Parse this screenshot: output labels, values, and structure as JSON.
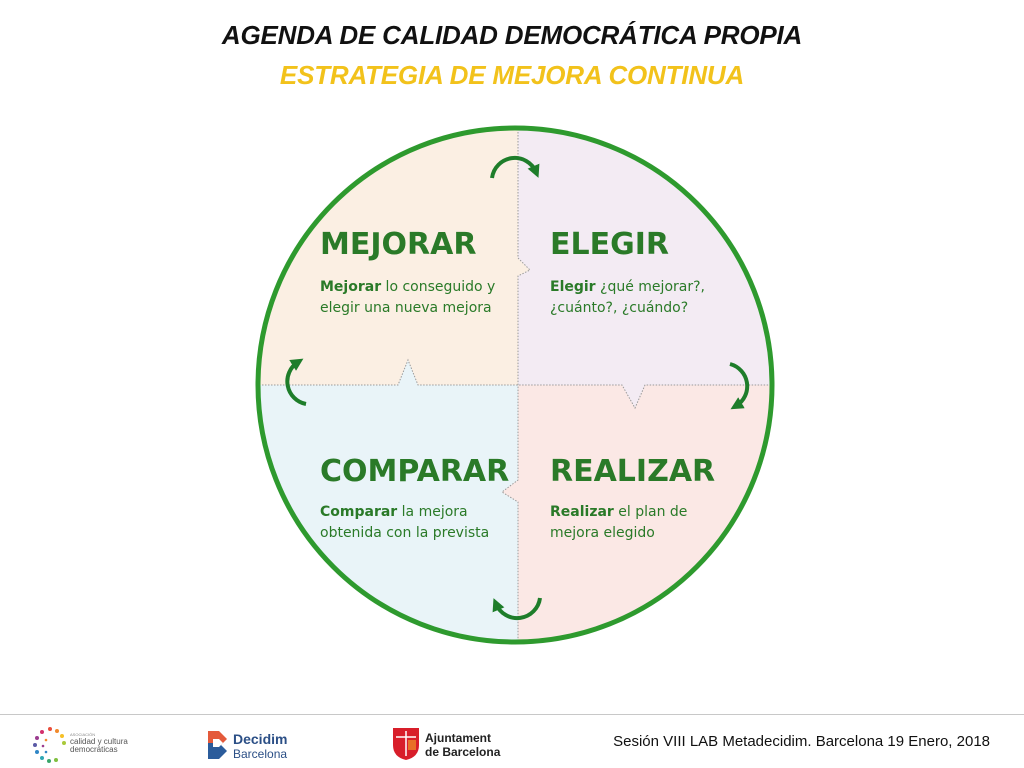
{
  "header": {
    "title": "AGENDA DE CALIDAD DEMOCRÁTICA PROPIA",
    "subtitle": "ESTRATEGIA DE MEJORA CONTINUA"
  },
  "cycle": {
    "quadrants": [
      {
        "id": "mejorar",
        "heading": "MEJORAR",
        "bold": "Mejorar",
        "line1_rest": " lo conseguido y",
        "line2": "elegir una nueva mejora",
        "color": "#fbefe3"
      },
      {
        "id": "elegir",
        "heading": "ELEGIR",
        "bold": "Elegir",
        "line1_rest": " ¿qué mejorar?,",
        "line2": "¿cuánto?, ¿cuándo?",
        "color": "#f3ebf3"
      },
      {
        "id": "comparar",
        "heading": "COMPARAR",
        "bold": "Comparar",
        "line1_rest": " la mejora",
        "line2": "obtenida con la prevista",
        "color": "#e9f4f8"
      },
      {
        "id": "realizar",
        "heading": "REALIZAR",
        "bold": "Realizar",
        "line1_rest": " el plan de",
        "line2": "mejora elegido",
        "color": "#fbe8e5"
      }
    ],
    "ring_color": "#2e9a2e",
    "arrow_color": "#1e7d2a"
  },
  "footer": {
    "text": "Sesión VIII LAB Metadecidim. Barcelona 19 Enero, 2018",
    "logo1": {
      "small": "ASOCIACIÓN",
      "line1": "calidad y cultura",
      "line2": "democráticas"
    },
    "logo2": {
      "line1": "Decidim",
      "line2": "Barcelona"
    },
    "logo3": {
      "line1": "Ajuntament",
      "line2": "de Barcelona"
    }
  }
}
